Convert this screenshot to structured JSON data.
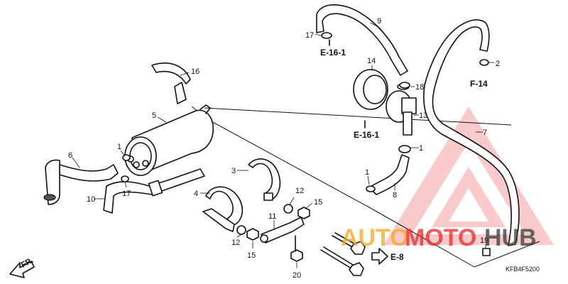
{
  "diagram": {
    "parts": [
      {
        "id": "p1",
        "label": "1"
      },
      {
        "id": "p2",
        "label": "2"
      },
      {
        "id": "p3",
        "label": "3"
      },
      {
        "id": "p4",
        "label": "4"
      },
      {
        "id": "p5",
        "label": "5"
      },
      {
        "id": "p6",
        "label": "6"
      },
      {
        "id": "p7",
        "label": "7"
      },
      {
        "id": "p8",
        "label": "8"
      },
      {
        "id": "p9",
        "label": "9"
      },
      {
        "id": "p10",
        "label": "10"
      },
      {
        "id": "p11",
        "label": "11"
      },
      {
        "id": "p12",
        "label": "12"
      },
      {
        "id": "p13",
        "label": "13"
      },
      {
        "id": "p14",
        "label": "14"
      },
      {
        "id": "p15",
        "label": "15"
      },
      {
        "id": "p16",
        "label": "16"
      },
      {
        "id": "p17",
        "label": "17"
      },
      {
        "id": "p18",
        "label": "18"
      },
      {
        "id": "p19",
        "label": "19"
      },
      {
        "id": "p20",
        "label": "20"
      }
    ],
    "references": {
      "e16_top": "E-16-1",
      "e16_mid": "E-16-1",
      "f14": "F-14",
      "e8": "E-8"
    },
    "front_label": "FR.",
    "diagram_code": "KFB4F5200"
  },
  "watermark": {
    "text_auto": "AUTO",
    "text_moto": "MOTO",
    "text_hub": "HUB",
    "color_red": "#e8262b",
    "color_orange": "#f5a623",
    "color_dark": "#3a3a3a"
  }
}
